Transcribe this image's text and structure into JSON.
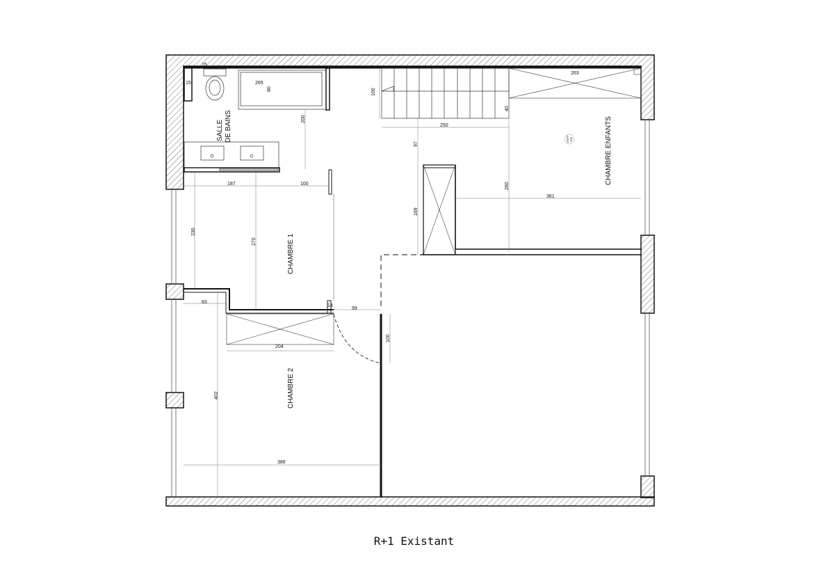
{
  "title": "R+1 Existant",
  "rooms": {
    "bathroom_line1": "SALLE",
    "bathroom_line2": "DE BAINS",
    "bedroom1": "CHAMBRE 1",
    "bedroom2": "CHAMBRE 2",
    "kids_bedroom": "CHAMBRE ENFANTS"
  },
  "hsfp_label": "HSFP",
  "hsfp_value": "208",
  "dimensions": {
    "d15a": "15",
    "d15b": "15",
    "d265": "265",
    "d80": "80",
    "d200": "200",
    "d100stair": "100",
    "d250": "250",
    "d263": "263",
    "d40": "40",
    "d97": "97",
    "d169": "169",
    "d260": "260",
    "d361": "361",
    "d187": "187",
    "d100a": "100",
    "d230": "230",
    "d270": "270",
    "d83": "83",
    "d14": "14",
    "d99": "99",
    "d204": "204",
    "d100door": "100",
    "d402": "402",
    "d386": "386"
  }
}
